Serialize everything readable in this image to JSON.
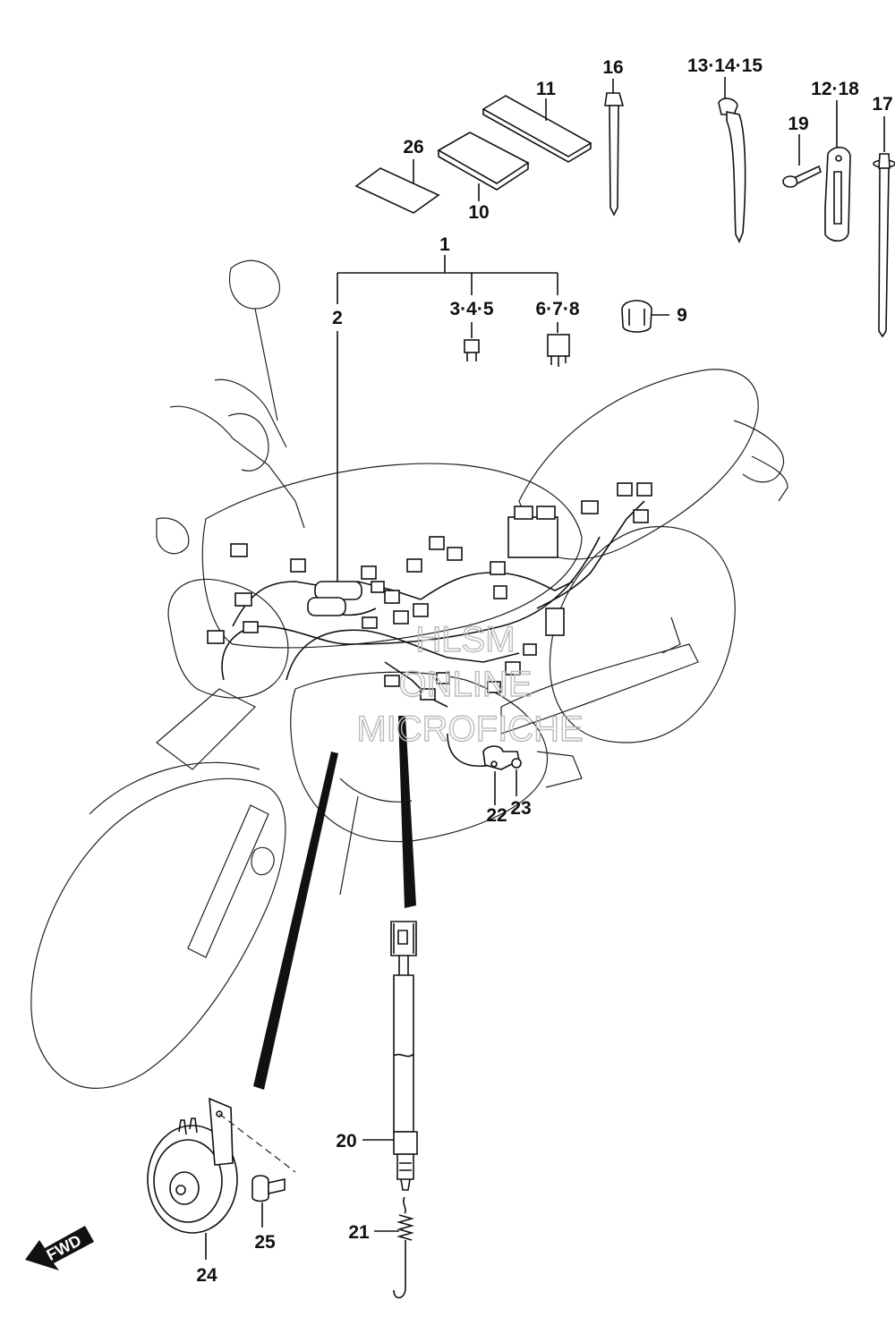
{
  "callouts": [
    {
      "id": "c1",
      "text": "1"
    },
    {
      "id": "c2",
      "text": "2"
    },
    {
      "id": "c345",
      "text": "3·4·5"
    },
    {
      "id": "c678",
      "text": "6·7·8"
    },
    {
      "id": "c9",
      "text": "9"
    },
    {
      "id": "c10",
      "text": "10"
    },
    {
      "id": "c11",
      "text": "11"
    },
    {
      "id": "c1218",
      "text": "12·18"
    },
    {
      "id": "c131415",
      "text": "13·14·15"
    },
    {
      "id": "c16",
      "text": "16"
    },
    {
      "id": "c17",
      "text": "17"
    },
    {
      "id": "c19",
      "text": "19"
    },
    {
      "id": "c20",
      "text": "20"
    },
    {
      "id": "c21",
      "text": "21"
    },
    {
      "id": "c22",
      "text": "22"
    },
    {
      "id": "c23",
      "text": "23"
    },
    {
      "id": "c24",
      "text": "24"
    },
    {
      "id": "c25",
      "text": "25"
    },
    {
      "id": "c26",
      "text": "26"
    }
  ],
  "watermark": {
    "line1": "HLSM",
    "line2": "ONLINE",
    "line3": "MICROFICHE"
  },
  "fwd_label": "FWD"
}
